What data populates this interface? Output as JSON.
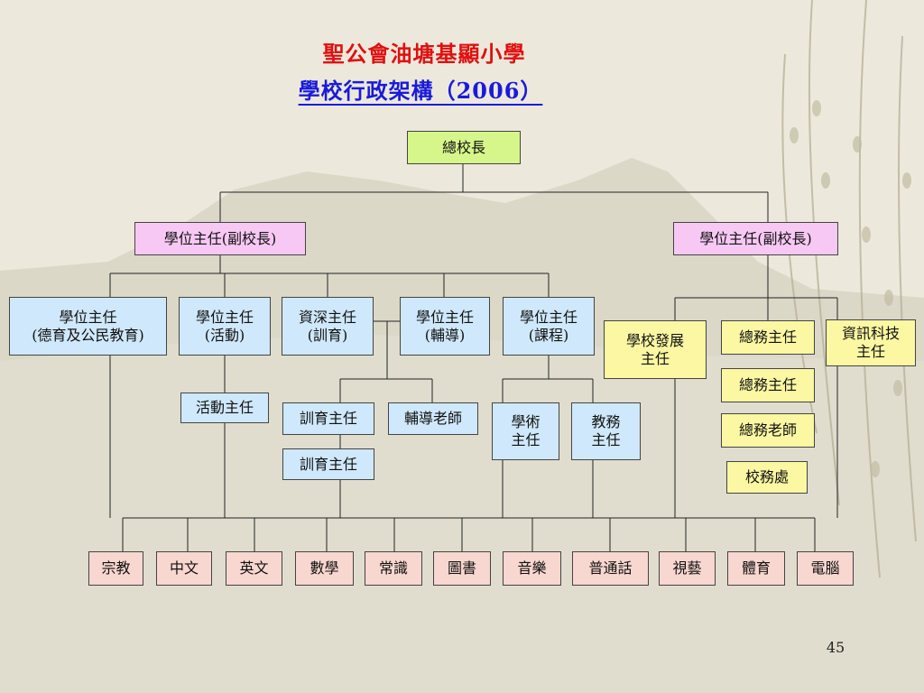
{
  "title": {
    "school": "聖公會油塘基顯小學",
    "subtitle": "學校行政架構（2006）"
  },
  "page_number": "45",
  "colors": {
    "title_red": "#e01010",
    "title_blue": "#1a1adb",
    "principal_box": "#d6f58a",
    "vice_principal_box": "#f8c8f4",
    "department_box": "#cfe8fb",
    "admin_box": "#fbf7a2",
    "subject_box": "#f8d7d0"
  },
  "org": {
    "principal": "總校長",
    "vice_left": "學位主任(副校長)",
    "vice_right": "學位主任(副校長)",
    "civic_ed": "學位主任\n(德育及公民教育)",
    "activities": "學位主任\n(活動)",
    "discipline_senior": "資深主任\n(訓育)",
    "guidance": "學位主任\n(輔導)",
    "curriculum": "學位主任\n(課程)",
    "activity_master": "活動主任",
    "discipline_master_1": "訓育主任",
    "discipline_master_2": "訓育主任",
    "guidance_teacher": "輔導老師",
    "academic_master": "學術\n主任",
    "teaching_affairs": "教務\n主任",
    "school_dev": "學校發展\n主任",
    "general_affairs_1": "總務主任",
    "general_affairs_2": "總務主任",
    "general_affairs_teacher": "總務老師",
    "school_office": "校務處",
    "it_master": "資訊科技\n主任"
  },
  "subjects": [
    "宗教",
    "中文",
    "英文",
    "數學",
    "常識",
    "圖書",
    "音樂",
    "普通話",
    "視藝",
    "體育",
    "電腦"
  ]
}
